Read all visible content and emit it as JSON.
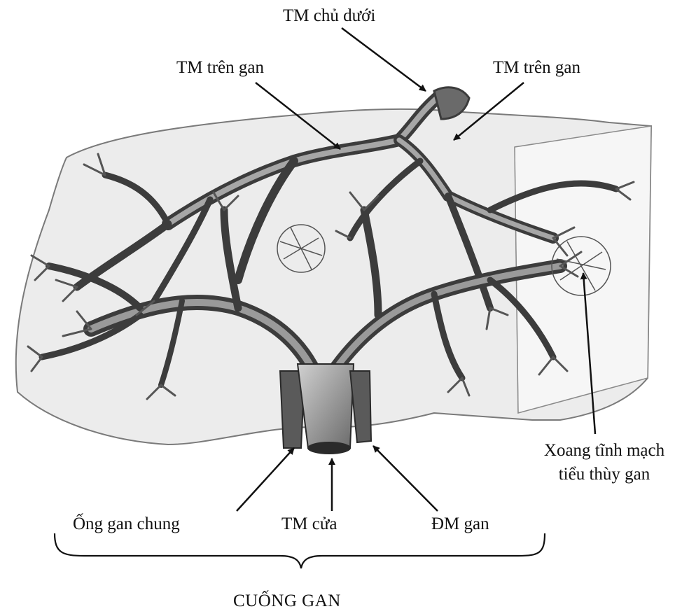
{
  "labels": {
    "inferior_vena_cava": "TM chủ dưới",
    "hepatic_vein_left": "TM trên gan",
    "hepatic_vein_right": "TM trên gan",
    "sinusoid_line1": "Xoang tĩnh mạch",
    "sinusoid_line2": "tiểu thùy gan",
    "common_hepatic_duct": "Ống gan chung",
    "portal_vein": "TM cửa",
    "hepatic_artery": "ĐM gan",
    "hilum": "CUỐNG GAN"
  },
  "colors": {
    "liver_fill": "#ececec",
    "liver_outline": "#7a7a7a",
    "vessel_dark": "#3c3c3c",
    "vessel_light": "#a6a6a6",
    "arrow": "#111111"
  }
}
